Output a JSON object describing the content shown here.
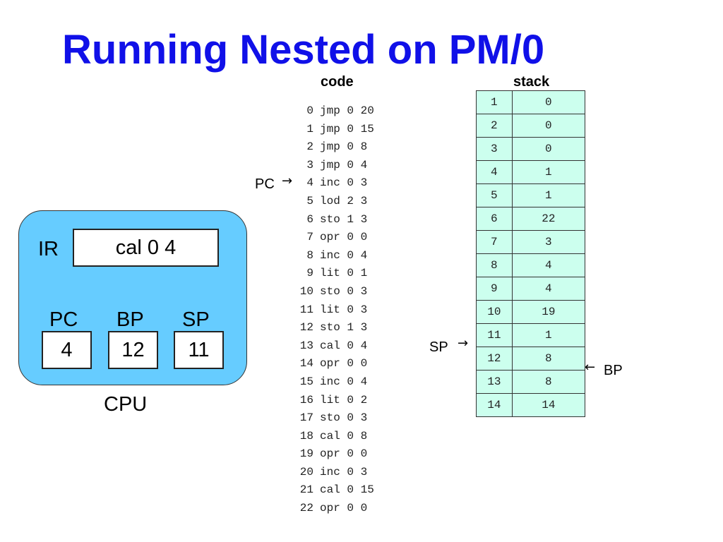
{
  "title": "Running Nested on PM/0",
  "code_heading": "code",
  "stack_heading": "stack",
  "code": [
    {
      "line": "0",
      "instr": "jmp 0 20"
    },
    {
      "line": "1",
      "instr": "jmp 0 15"
    },
    {
      "line": "2",
      "instr": "jmp 0 8"
    },
    {
      "line": "3",
      "instr": "jmp 0 4"
    },
    {
      "line": "4",
      "instr": "inc 0 3"
    },
    {
      "line": "5",
      "instr": "lod 2 3"
    },
    {
      "line": "6",
      "instr": "sto 1 3"
    },
    {
      "line": "7",
      "instr": "opr 0 0"
    },
    {
      "line": "8",
      "instr": "inc 0 4"
    },
    {
      "line": "9",
      "instr": "lit 0 1"
    },
    {
      "line": "10",
      "instr": "sto 0 3"
    },
    {
      "line": "11",
      "instr": "lit 0 3"
    },
    {
      "line": "12",
      "instr": "sto 1 3"
    },
    {
      "line": "13",
      "instr": "cal 0 4"
    },
    {
      "line": "14",
      "instr": "opr 0 0"
    },
    {
      "line": "15",
      "instr": "inc 0 4"
    },
    {
      "line": "16",
      "instr": "lit 0 2"
    },
    {
      "line": "17",
      "instr": "sto 0 3"
    },
    {
      "line": "18",
      "instr": "cal 0 8"
    },
    {
      "line": "19",
      "instr": "opr 0 0"
    },
    {
      "line": "20",
      "instr": "inc 0 3"
    },
    {
      "line": "21",
      "instr": "cal 0 15"
    },
    {
      "line": "22",
      "instr": "opr 0 0"
    }
  ],
  "stack": [
    {
      "index": "1",
      "value": "0"
    },
    {
      "index": "2",
      "value": "0"
    },
    {
      "index": "3",
      "value": "0"
    },
    {
      "index": "4",
      "value": "1"
    },
    {
      "index": "5",
      "value": "1"
    },
    {
      "index": "6",
      "value": "22"
    },
    {
      "index": "7",
      "value": "3"
    },
    {
      "index": "8",
      "value": "4"
    },
    {
      "index": "9",
      "value": "4"
    },
    {
      "index": "10",
      "value": "19"
    },
    {
      "index": "11",
      "value": "1"
    },
    {
      "index": "12",
      "value": "8"
    },
    {
      "index": "13",
      "value": "8"
    },
    {
      "index": "14",
      "value": "14"
    }
  ],
  "pointers": {
    "code_pc": {
      "label": "PC",
      "arrow": "→",
      "line": 4
    },
    "stack_sp": {
      "label": "SP",
      "arrow": "→",
      "index": 11
    },
    "stack_bp": {
      "label": "BP",
      "arrow": "←",
      "index": 12
    }
  },
  "cpu": {
    "caption": "CPU",
    "ir_label": "IR",
    "ir_value": "cal 0 4",
    "pc_label": "PC",
    "pc_value": "4",
    "bp_label": "BP",
    "bp_value": "12",
    "sp_label": "SP",
    "sp_value": "11"
  },
  "colors": {
    "title": "#1010e8",
    "cpu_fill": "#66ccff",
    "stack_cell_fill": "#ccffee"
  }
}
